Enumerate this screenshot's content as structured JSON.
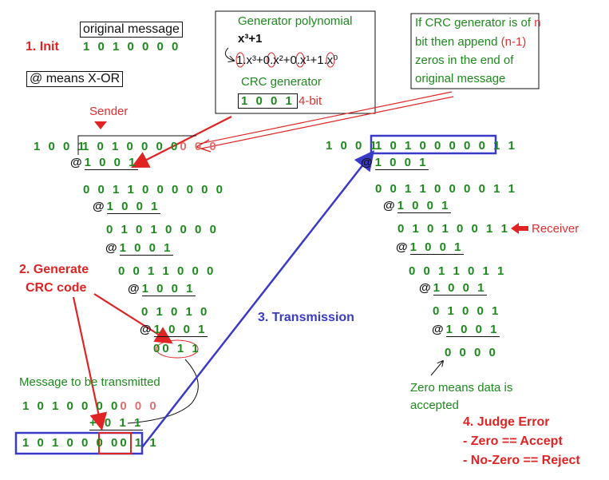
{
  "init": {
    "step_label": "1. Init",
    "original_caption": "original message",
    "original_bits": "1 0 1 0 0 0 0",
    "xor_note": "@ means X-OR"
  },
  "generator_box": {
    "title": "Generator polynomial",
    "poly": "x³+1",
    "expansion": "1.x³+0.x²+0.x¹+1.x⁰",
    "crc_title": "CRC generator",
    "crc_bits": "1 0 0 1",
    "crc_size": "4-bit"
  },
  "append_box": {
    "line1": "If CRC generator is of",
    "n1": "n",
    "line2a": "bit then append",
    "n2": "(n-1)",
    "line3": "zeros in the end of",
    "line4": "original message"
  },
  "sender": {
    "label": "Sender",
    "divisor": "1 0 0 1",
    "dividend_msg": "1 0 1 0 0 0 0",
    "dividend_zeros": "0 0 0",
    "steps": [
      {
        "xor": "@",
        "value": "1 0 0 1"
      },
      {
        "result": "0 0 1 1  0 0 0 0 0 0"
      },
      {
        "xor": "@",
        "value": "1 0 0 1"
      },
      {
        "result": "0 1 0 1 0 0 0 0"
      },
      {
        "xor": "@",
        "value": "1 0 0 1"
      },
      {
        "result": "0 0 1 1 0 0 0"
      },
      {
        "xor": "@",
        "value": "1 0 0 1"
      },
      {
        "result": "0 1 0 1 0"
      },
      {
        "xor": "@",
        "value": "1 0 0 1"
      }
    ],
    "remainder_prefix": "0",
    "remainder": "0 1 1"
  },
  "generate": {
    "label_line1": "2. Generate",
    "label_line2": "CRC code"
  },
  "transmit": {
    "caption": "Message to be transmitted",
    "msg": "1 0 1 0 0 0 0",
    "zeros": "0 0 0",
    "plus": "+ 0 1 1",
    "final_msg": "1 0 1 0 0 0 0",
    "final_crc": "0 1 1",
    "step_label": "3. Transmission"
  },
  "receiver": {
    "label": "Receiver",
    "divisor": "1 0 0 1",
    "dividend": "1 0 1 0 0 0 0 0 1 1",
    "steps": [
      {
        "xor": "@",
        "value": "1 0 0 1"
      },
      {
        "result": "0 0 1 1  0 0 0 0 1 1"
      },
      {
        "xor": "@",
        "value": "1 0 0 1"
      },
      {
        "result": "0 1 0 1 0 0 1 1"
      },
      {
        "xor": "@",
        "value": "1 0 0 1"
      },
      {
        "result": "0 0 1 1 0 1 1"
      },
      {
        "xor": "@",
        "value": "1 0 0 1"
      },
      {
        "result": "0 1 0 0 1"
      },
      {
        "xor": "@",
        "value": "1 0 0 1"
      }
    ],
    "remainder": "0 0 0 0",
    "note_line1": "Zero means data is",
    "note_line2": "accepted"
  },
  "judge": {
    "title": "4. Judge Error",
    "rule1": "- Zero == Accept",
    "rule2": "- No-Zero == Reject"
  },
  "colors": {
    "green": "#1e8a1e",
    "red": "#e02424",
    "blue": "#3a3ac8"
  }
}
